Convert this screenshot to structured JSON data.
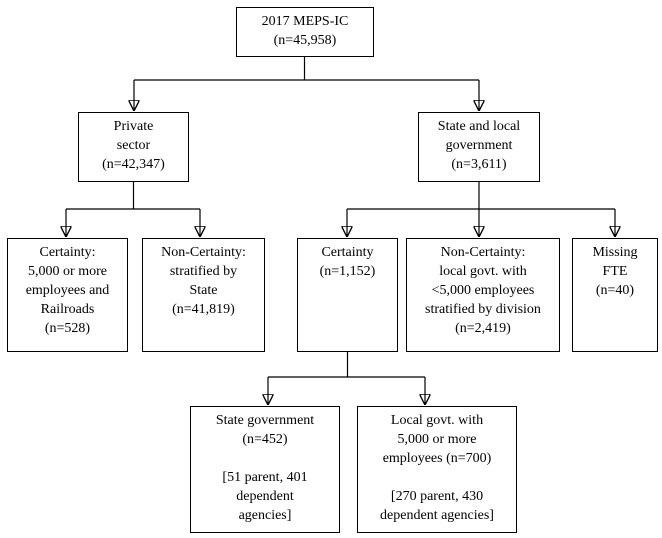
{
  "nodes": {
    "root": {
      "text": "2017 MEPS-IC\n(n=45,958)"
    },
    "private_sector": {
      "text": "Private\nsector\n(n=42,347)"
    },
    "state_local_gov": {
      "text": "State and local\ngovernment\n(n=3,611)"
    },
    "ps_certainty": {
      "text": "Certainty:\n5,000 or more\nemployees and\nRailroads\n(n=528)"
    },
    "ps_non_certainty": {
      "text": "Non-Certainty:\nstratified by\nState\n(n=41,819)"
    },
    "slg_certainty": {
      "text": "Certainty\n(n=1,152)"
    },
    "slg_non_certainty": {
      "text": "Non-Certainty:\nlocal govt. with\n<5,000 employees\nstratified by division\n(n=2,419)"
    },
    "slg_missing_fte": {
      "text": "Missing\nFTE\n(n=40)"
    },
    "state_government": {
      "text": "State government\n(n=452)\n\n[51 parent, 401\ndependent\nagencies]"
    },
    "local_government": {
      "text": "Local govt. with\n5,000 or more\nemployees (n=700)\n\n[270 parent, 430\ndependent agencies]"
    }
  },
  "colors": {
    "background": "#ffffff",
    "box_border": "#000000",
    "text": "#000000",
    "connector": "#000000"
  }
}
